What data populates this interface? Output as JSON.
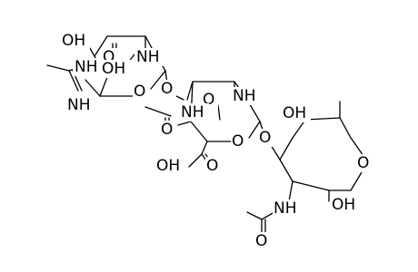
{
  "molecule": {
    "labels": {
      "oh_top_left": "OH",
      "nh_top_ring": "NH",
      "o_top_carbonyl": "O",
      "nh_overlap": "NH",
      "oh_overlap": "OH",
      "o_ring_1": "O",
      "nh_imine": "NH",
      "o_link_1": "O",
      "nh_middle": "NH",
      "o_acetyl_mid": "O",
      "nh_middle_2": "NH",
      "o_acetyl_mid2": "O",
      "oh_right": "OH",
      "o_ring_2": "O",
      "o_link_2": "O",
      "o_ring_3": "O",
      "oh_acid": "OH",
      "o_acid": "O",
      "nh_bottom": "NH",
      "oh_bottom": "OH",
      "o_bottom": "O"
    }
  },
  "colors": {
    "bond": "#000000",
    "text": "#000000",
    "background": "#ffffff"
  }
}
